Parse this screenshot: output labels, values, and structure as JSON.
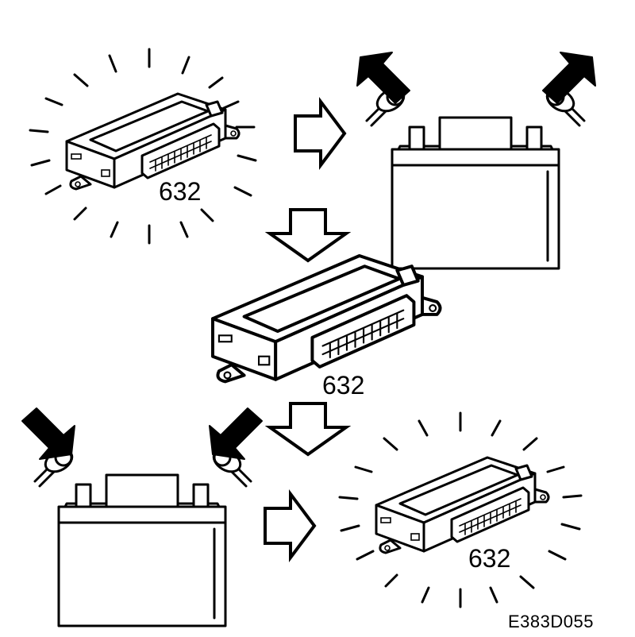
{
  "figure": {
    "module_label_1": "632",
    "module_label_2": "632",
    "module_label_3": "632",
    "figure_code": "E383D055"
  }
}
